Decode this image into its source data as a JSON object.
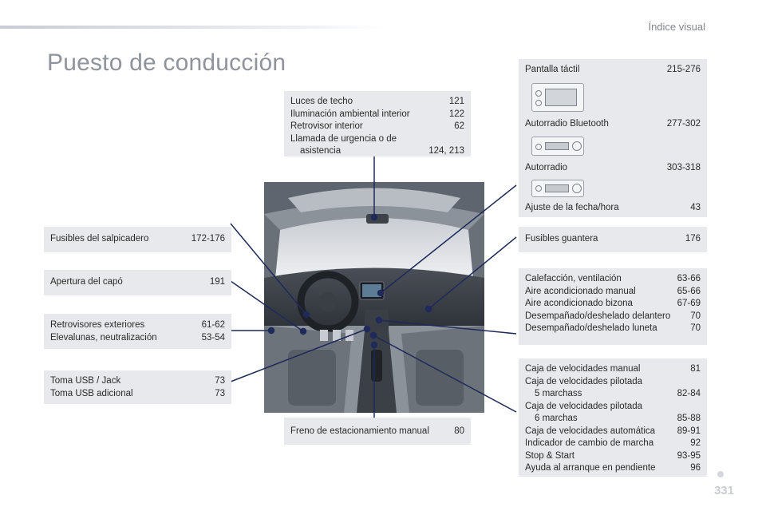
{
  "header": {
    "section_label": "Índice visual",
    "page_title": "Puesto de conducción",
    "page_number": "331"
  },
  "colors": {
    "box_bg": "#e8e9ec",
    "title": "#8e939c",
    "line": "#1f2a5a"
  },
  "boxes": {
    "techo": {
      "items": [
        {
          "label": "Luces de techo",
          "page": "121"
        },
        {
          "label": "Iluminación ambiental interior",
          "page": "122"
        },
        {
          "label": "Retrovisor interior",
          "page": "62"
        }
      ],
      "multi": {
        "line1": "Llamada de urgencia o de",
        "line2": "asistencia",
        "page": "124, 213"
      }
    },
    "pantalla": {
      "items": [
        {
          "label": "Pantalla táctil",
          "page": "215-276"
        },
        {
          "label": "Autorradio Bluetooth",
          "page": "277-302"
        },
        {
          "label": "Autorradio",
          "page": "303-318"
        },
        {
          "label": "Ajuste de la fecha/hora",
          "page": "43"
        }
      ],
      "icons": [
        "touchscreen-icon",
        "bluetooth-radio-icon",
        "radio-icon"
      ]
    },
    "fusibles_salpicadero": {
      "label": "Fusibles del salpicadero",
      "page": "172-176"
    },
    "capo": {
      "label": "Apertura del capó",
      "page": "191"
    },
    "retrovisores": {
      "items": [
        {
          "label": "Retrovisores exteriores",
          "page": "61-62"
        },
        {
          "label": "Elevalunas, neutralización",
          "page": "53-54"
        }
      ]
    },
    "usb": {
      "items": [
        {
          "label": "Toma USB / Jack",
          "page": "73"
        },
        {
          "label": "Toma USB adicional",
          "page": "73"
        }
      ]
    },
    "freno": {
      "label": "Freno de estacionamiento manual",
      "page": "80"
    },
    "fusibles_guantera": {
      "label": "Fusibles guantera",
      "page": "176"
    },
    "calefaccion": {
      "items": [
        {
          "label": "Calefacción, ventilación",
          "page": "63-66"
        },
        {
          "label": "Aire acondicionado manual",
          "page": "65-66"
        },
        {
          "label": "Aire acondicionado bizona",
          "page": "67-69"
        },
        {
          "label": "Desempañado/deshelado delantero",
          "page": "70"
        },
        {
          "label": "Desempañado/deshelado luneta",
          "page": "70"
        }
      ]
    },
    "caja": {
      "r1": {
        "label": "Caja de velocidades manual",
        "page": "81"
      },
      "r2": {
        "line1": "Caja de velocidades pilotada",
        "line2": "5 marchass",
        "page": "82-84"
      },
      "r3": {
        "line1": "Caja de velocidades pilotada",
        "line2": "6 marchas",
        "page": "85-88"
      },
      "r4": {
        "label": "Caja de velocidades automática",
        "page": "89-91"
      },
      "r5": {
        "label": "Indicador de cambio de marcha",
        "page": "92"
      },
      "r6": {
        "label": "Stop & Start",
        "page": "93-95"
      },
      "r7": {
        "label": "Ayuda al arranque en pendiente",
        "page": "96"
      }
    }
  }
}
